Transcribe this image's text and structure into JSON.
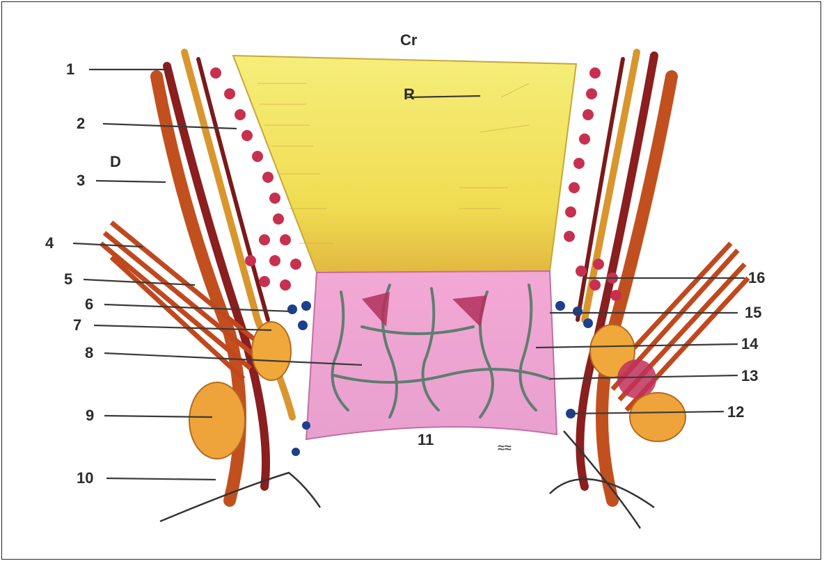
{
  "figure": {
    "top_label": "Cr",
    "center_label": "R",
    "side_label": "D",
    "bottom_mark": "≈\n≈≈",
    "left_labels": [
      "1",
      "2",
      "3",
      "4",
      "5",
      "6",
      "7",
      "8",
      "9",
      "10"
    ],
    "right_labels": [
      "16",
      "15",
      "14",
      "13",
      "12"
    ],
    "bottom_label": "11"
  }
}
